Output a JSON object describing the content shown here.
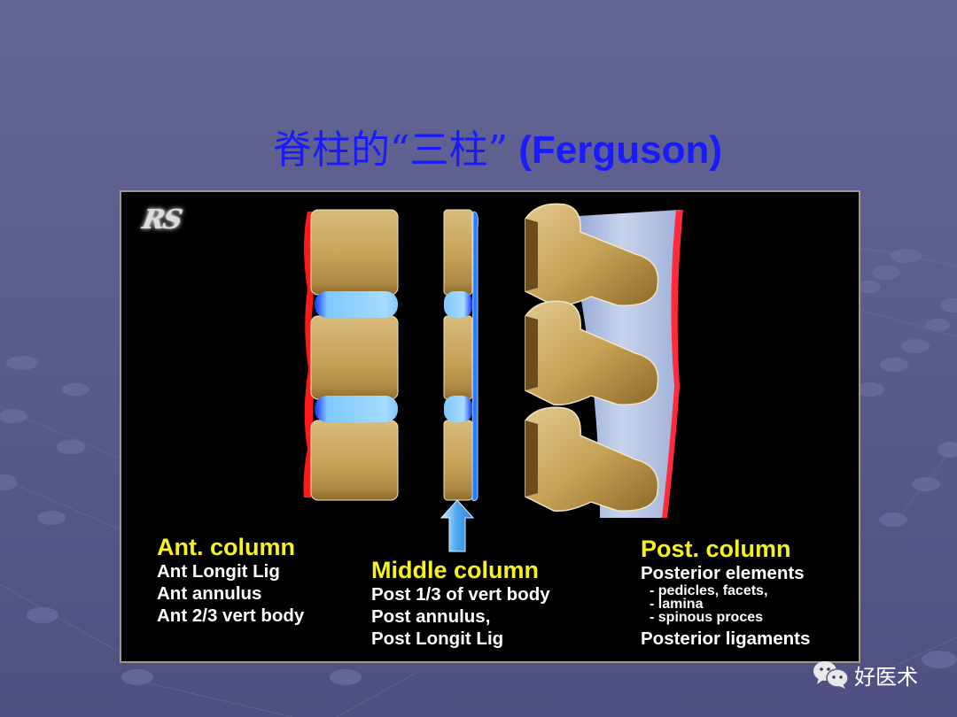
{
  "slide": {
    "title_cn": "脊柱的“三柱”",
    "title_en": "(Ferguson)",
    "title_color": "#1a1aff",
    "background_color": "#5e5f8e"
  },
  "figure": {
    "logo": "RS",
    "icons": {
      "arrow": "up-arrow-icon",
      "anterior_ligament_color": "#ff1a1a",
      "posterior_ligament_color": "#2f7bff",
      "disc_color": "#7fc8ff",
      "bone_color": "#c9a45c"
    },
    "columns": [
      {
        "heading": "Ant. column",
        "lines": [
          "Ant Longit Lig",
          "Ant annulus",
          "Ant 2/3 vert body"
        ]
      },
      {
        "heading": "Middle column",
        "lines": [
          "Post 1/3 of vert body",
          "Post annulus,",
          "Post Longit Lig"
        ]
      },
      {
        "heading": "Post. column",
        "lines": [
          "Posterior elements"
        ],
        "sub_lines": [
          "- pedicles, facets,",
          "- lamina",
          "- spinous proces"
        ],
        "footer": "Posterior ligaments"
      }
    ]
  },
  "watermark": {
    "icon": "wechat-icon",
    "text": "好医术"
  }
}
